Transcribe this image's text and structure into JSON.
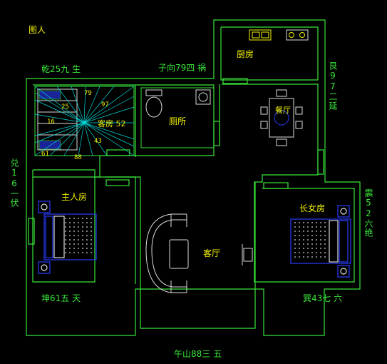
{
  "corner_label": "图人",
  "rooms": {
    "kitchen": "厨房",
    "bathroom": "厕所",
    "dining": "餐厅",
    "study": "客房 52",
    "master": "主人房",
    "eldest_daughter": "长女房",
    "living": "客厅"
  },
  "directions": {
    "top_left": "乾25九 生",
    "top_mid": "子向79四 祸",
    "right_upper": "艮97二延",
    "left": "兑16一伏",
    "right_lower": "震52六绝",
    "bottom_left": "坤61五 天",
    "bottom_right": "巽43七 六",
    "bottom": "午山88三 五"
  },
  "stair_numbers": [
    "79",
    "25",
    "97",
    "16",
    "61",
    "88",
    "43"
  ],
  "colors": {
    "background": "#000000",
    "walls": "#39e639",
    "furniture": "#2a3cff",
    "text": "#f2f200",
    "rays": "#00d8d8"
  }
}
